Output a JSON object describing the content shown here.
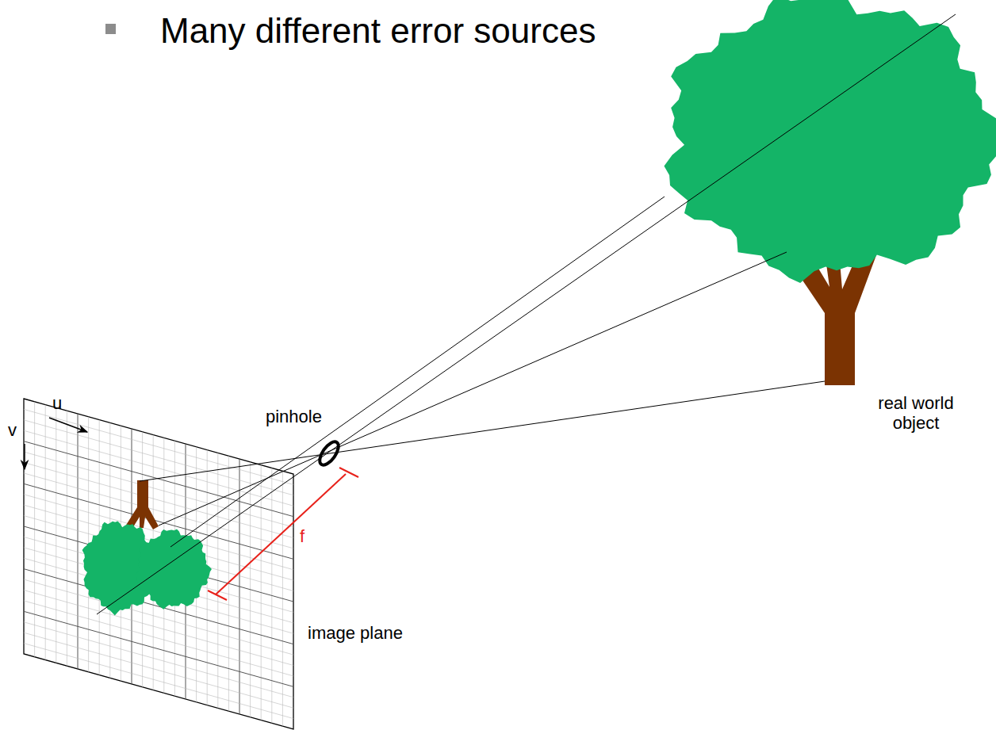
{
  "diagram": {
    "title": "Many different error sources",
    "labels": [
      "u",
      "v",
      "pinhole",
      "f",
      "real world object",
      "image plane"
    ]
  }
}
